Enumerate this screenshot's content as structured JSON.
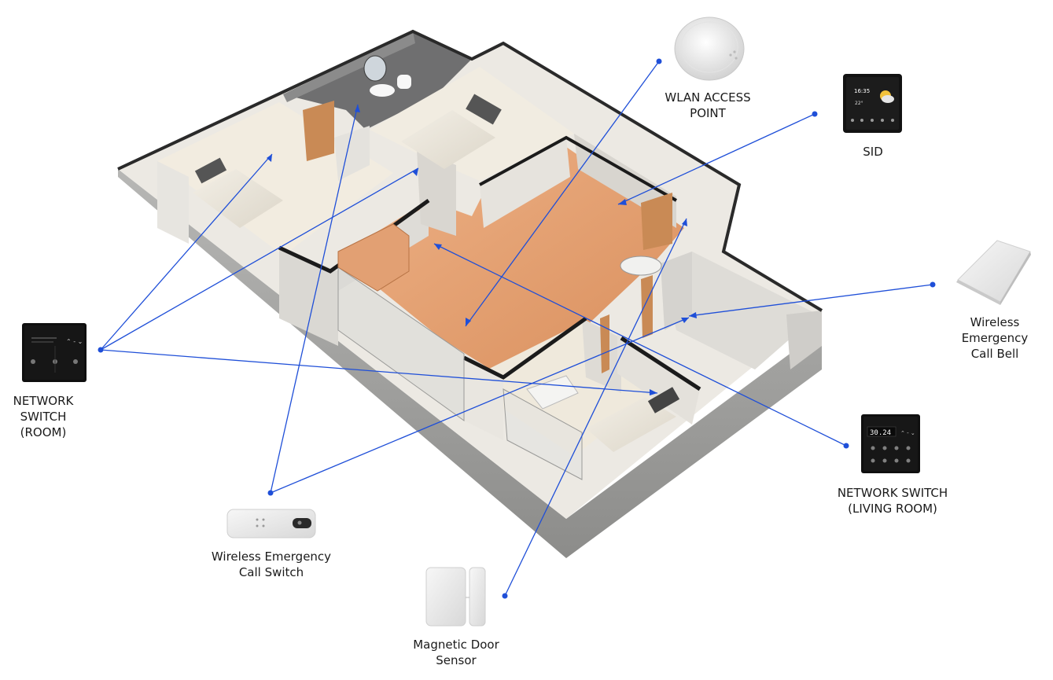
{
  "diagram": {
    "devices": [
      {
        "id": "wlan",
        "label": "WLAN ACCESS\nPOINT"
      },
      {
        "id": "sid",
        "label": "SID",
        "screen_time": "16:35",
        "screen_temp": "22°"
      },
      {
        "id": "bell",
        "label": "Wireless\nEmergency\nCall Bell"
      },
      {
        "id": "ns_room",
        "label": "NETWORK\nSWITCH\n(ROOM)"
      },
      {
        "id": "ns_living",
        "label": "NETWORK SWITCH\n(LIVING ROOM)",
        "screen_readout": "30.24"
      },
      {
        "id": "call_switch",
        "label": "Wireless Emergency\nCall Switch"
      },
      {
        "id": "door_sensor",
        "label": "Magnetic Door\nSensor"
      }
    ],
    "colors": {
      "connector": "#1f4fd8",
      "floor_wood": "#e6a06f",
      "wall_light": "#e9e7e2",
      "wall_outer": "#a8a8a6",
      "device_black": "#121212"
    }
  }
}
